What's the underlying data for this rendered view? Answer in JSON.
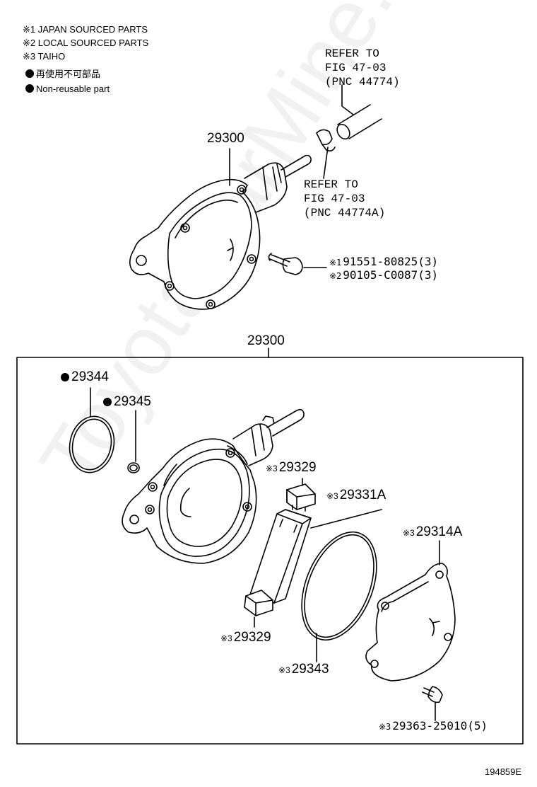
{
  "legend": {
    "line1": "※1 JAPAN SOURCED PARTS",
    "line2": "※2 LOCAL SOURCED PARTS",
    "line3": "※3 TAIHO",
    "line4": "再使用不可部品",
    "line5": "Non-reusable part"
  },
  "refs": {
    "upper": [
      "REFER TO",
      "FIG 47-03",
      "(PNC 44774)"
    ],
    "lower": [
      "REFER TO",
      "FIG 47-03",
      "(PNC 44774A)"
    ]
  },
  "top_assembly": {
    "pnc": "29300",
    "bolt_mark1": "※1",
    "bolt_part1": "91551-80825(3)",
    "bolt_mark2": "※2",
    "bolt_part2": "90105-C0087(3)"
  },
  "kit": {
    "pnc": "29300",
    "parts": {
      "p29344": "29344",
      "p29345": "29345",
      "p29329_top": "29329",
      "p29331A": "29331A",
      "p29314A": "29314A",
      "p29329_bot": "29329",
      "p29343": "29343",
      "p29363": "29363-25010(5)"
    },
    "mark3": "※3"
  },
  "watermark": "ToyotaCarMine.ru",
  "figure_code": "194859E"
}
